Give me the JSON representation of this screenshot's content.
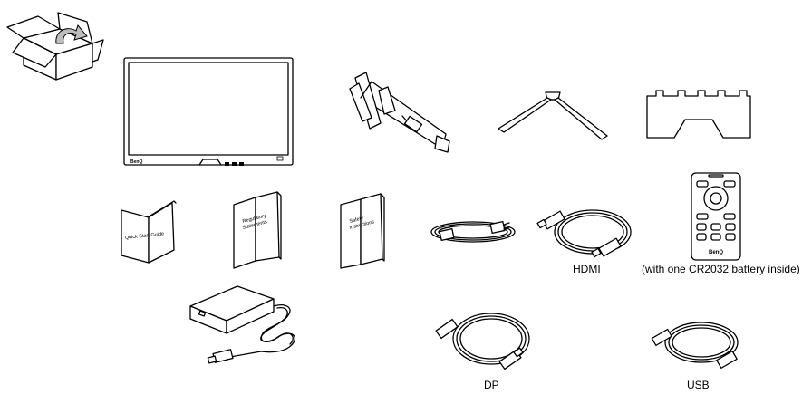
{
  "booklets": {
    "quick_start": "Quick Start Guide",
    "regulatory_line1": "Regulatory",
    "regulatory_line2": "Statements",
    "safety_line1": "Safety",
    "safety_line2": "Instructions"
  },
  "monitor": {
    "logo": "BenQ"
  },
  "remote": {
    "logo": "BenQ"
  },
  "captions": {
    "hdmi": "HDMI",
    "remote_battery": "(with one CR2032 battery inside)",
    "dp": "DP",
    "usb": "USB"
  }
}
